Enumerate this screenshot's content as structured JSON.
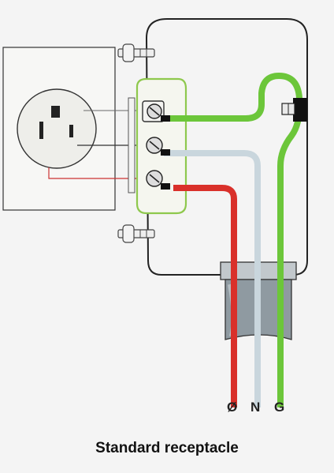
{
  "diagram": {
    "wire_labels": {
      "hot": "Ø",
      "neutral": "N",
      "ground": "G"
    },
    "caption": "Standard receptacle"
  },
  "colors": {
    "hot_wire": "#d9302a",
    "neutral_wire": "#c9d6dd",
    "ground_wire": "#6cc63a",
    "cable_sheath": "#8f9aa1",
    "box_outline": "#222222"
  }
}
